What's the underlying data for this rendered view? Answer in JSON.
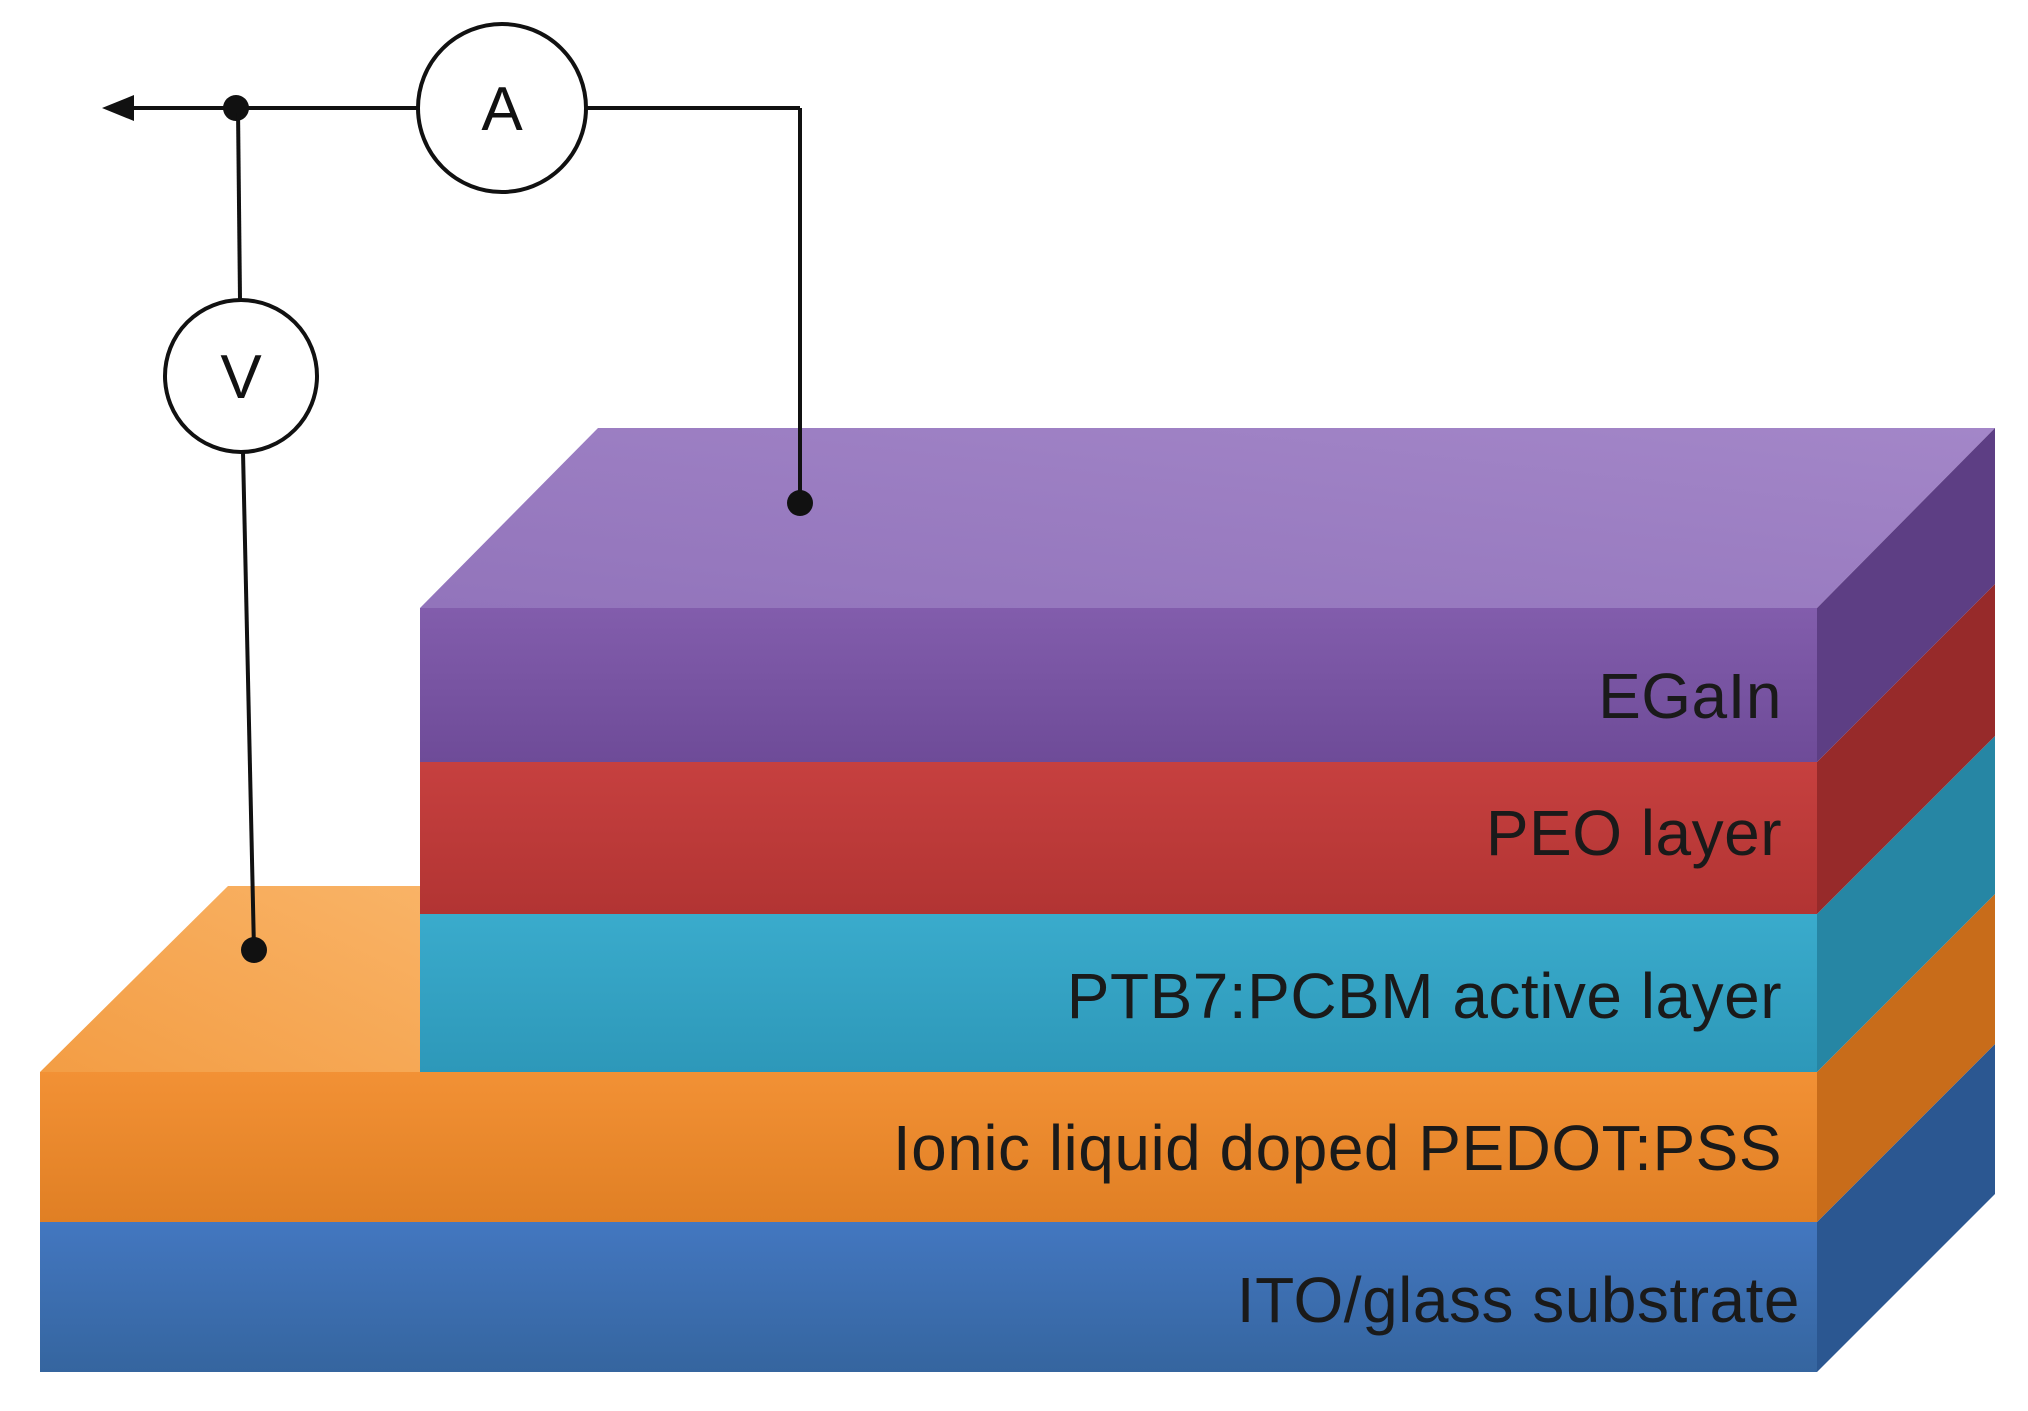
{
  "layers": [
    {
      "id": "ito",
      "label": "ITO/glass substrate",
      "front": "#3b6fb6",
      "top": "#4a7fc6",
      "side": "#2a568f"
    },
    {
      "id": "pedot",
      "label": "Ionic liquid doped PEDOT:PSS",
      "front": "#ef8a2c",
      "top": "#f7ab5a",
      "side": "#c96d1b"
    },
    {
      "id": "ptb7",
      "label": "PTB7:PCBM active layer",
      "front": "#33a4c6",
      "top": "#45b3d2",
      "side": "#2787a5"
    },
    {
      "id": "peo",
      "label": "PEO layer",
      "front": "#bf3b3a",
      "top": "#cf4a48",
      "side": "#982b2b"
    },
    {
      "id": "egain",
      "label": "EGaIn",
      "front": "#7b56a6",
      "top": "#9b80c2",
      "side": "#5e3f85"
    }
  ],
  "circuit": {
    "ammeter_symbol": "A",
    "voltmeter_symbol": "V"
  }
}
